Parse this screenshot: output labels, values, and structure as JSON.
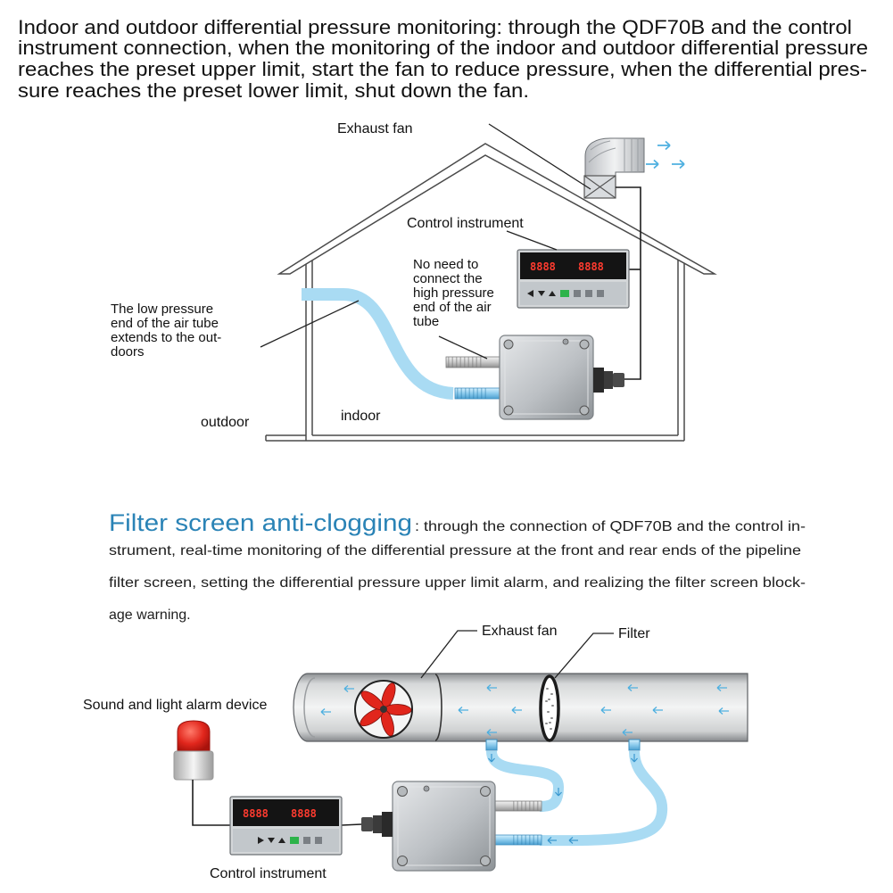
{
  "intro": {
    "lines": [
      "Indoor and outdoor differential pressure monitoring: through the QDF70B and the control",
      "instrument connection, when the monitoring of the indoor and outdoor differential pressure",
      "reaches the preset upper limit, start the fan to reduce pressure, when the differential pres-",
      "sure reaches the preset lower limit, shut down the fan."
    ]
  },
  "house_diagram": {
    "exhaust_fan_label": "Exhaust fan",
    "control_instrument_label": "Control instrument",
    "high_pressure_note": [
      "No need to",
      "connect the",
      "high pressure",
      "end of the air",
      "tube"
    ],
    "low_pressure_note": [
      "The low pressure",
      "end of the air tube",
      "extends to the out-",
      "doors"
    ],
    "outdoor_label": "outdoor",
    "indoor_label": "indoor",
    "instrument_display": [
      "8888",
      "8888"
    ]
  },
  "filter_section": {
    "heading": "Filter screen anti-clogging",
    "lines": [
      ": through the connection of QDF70B and the control in-",
      "strument, real-time monitoring of the differential pressure at the front and rear ends of the pipeline",
      "filter screen, setting the differential pressure upper limit alarm, and realizing the filter screen block-",
      "age warning."
    ]
  },
  "pipe_diagram": {
    "exhaust_fan_label": "Exhaust fan",
    "filter_label": "Filter",
    "alarm_label": "Sound and light alarm device",
    "control_instrument_label": "Control instrument",
    "instrument_display": [
      "8888",
      "8888"
    ]
  },
  "colors": {
    "heading": "#2a83b6",
    "tube": "#a9dbf3",
    "arrow": "#4fb0e0",
    "display_digits": "#ff3b2f",
    "alarm_red": "#e1261c"
  }
}
